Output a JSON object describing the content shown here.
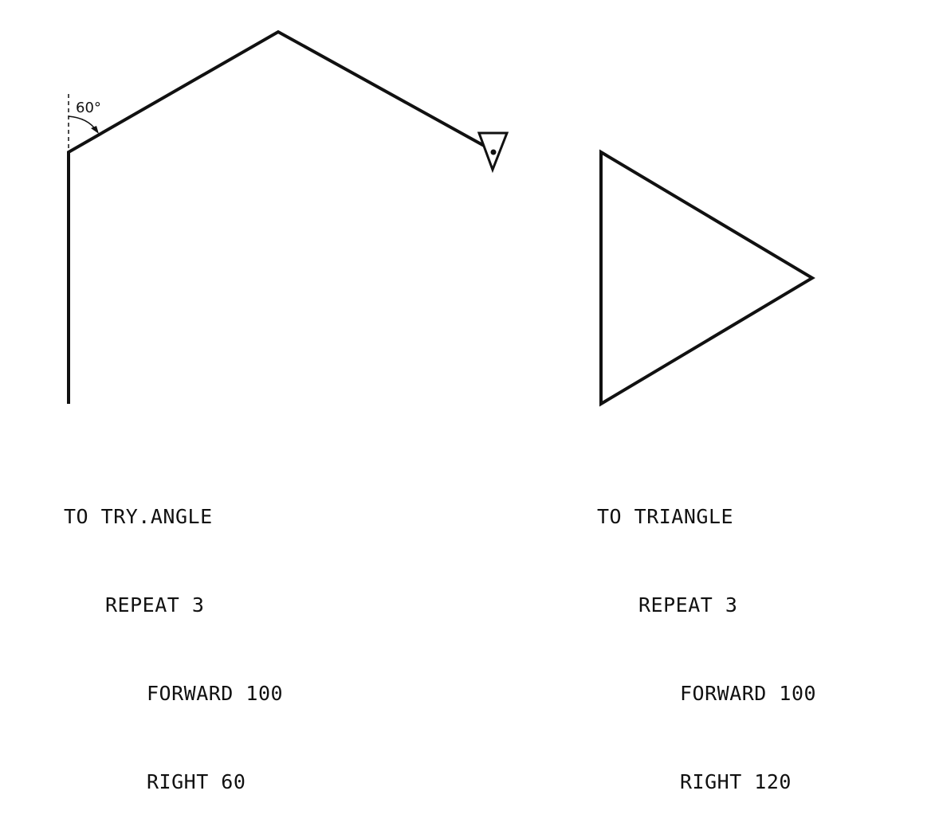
{
  "left_figure": {
    "angle_label": "60°",
    "procedure": {
      "header": "TO TRY.ANGLE",
      "repeat": "REPEAT 3",
      "forward": "FORWARD 100",
      "turn": "RIGHT 60"
    }
  },
  "right_figure": {
    "procedure": {
      "header": "TO TRIANGLE",
      "repeat": "REPEAT 3",
      "forward": "FORWARD 100",
      "turn": "RIGHT 120"
    }
  },
  "colors": {
    "ink": "#111111",
    "background": "#ffffff"
  },
  "icons": {
    "turtle": "turtle-triangle-icon"
  }
}
